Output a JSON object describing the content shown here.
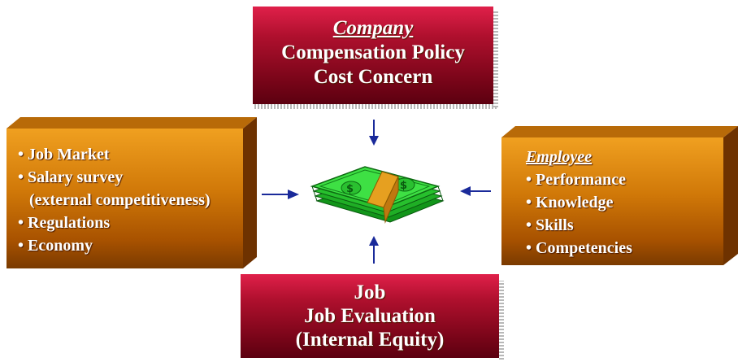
{
  "company": {
    "title": "Company",
    "lines": [
      "Compensation Policy",
      "Cost Concern"
    ]
  },
  "job": {
    "lines": [
      "Job",
      "Job Evaluation",
      "(Internal Equity)"
    ]
  },
  "left": {
    "items": [
      "• Job Market",
      "• Salary survey",
      "(external competitiveness)",
      "• Regulations",
      "• Economy"
    ]
  },
  "employee": {
    "title": "Employee",
    "items": [
      "• Performance",
      "• Knowledge",
      "• Skills",
      "• Competencies"
    ]
  },
  "colors": {
    "red_box": "#8b0a22",
    "orange_box": "#d07808",
    "arrow": "#1a2a9a",
    "money_green": "#22c22a",
    "band": "#e6a020"
  },
  "icons": {
    "center": "money-stack-icon"
  }
}
